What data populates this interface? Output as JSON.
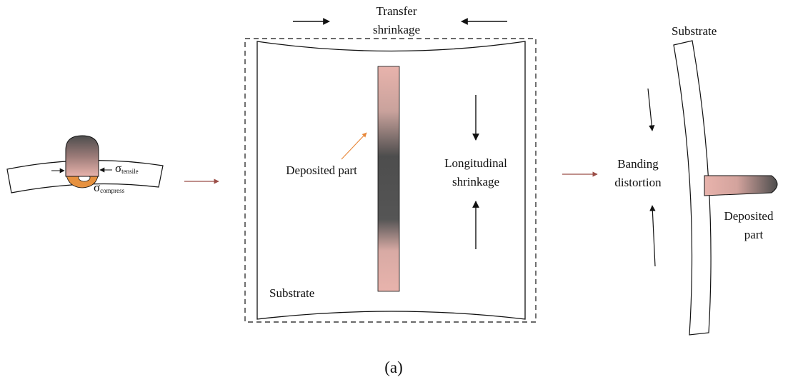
{
  "labels": {
    "transfer_line1": "Transfer",
    "transfer_line2": "shrinkage",
    "deposited_part_mid": "Deposited part",
    "longitudinal_line1": "Longitudinal",
    "longitudinal_line2": "shrinkage",
    "substrate_mid": "Substrate",
    "substrate_right": "Substrate",
    "banding_line1": "Banding",
    "banding_line2": "distortion",
    "deposited_right_line1": "Deposited",
    "deposited_right_line2": "part",
    "sigma_tensile_symbol": "σ",
    "sigma_tensile_sub": "tensile",
    "sigma_compress_symbol": "σ",
    "sigma_compress_sub": "compress",
    "caption": "(a)"
  },
  "colors": {
    "stroke": "#111111",
    "flow_arrow": "#9b4e47",
    "highlight_arrow": "#e8883a",
    "deposit_light": "#e8b3ac",
    "deposit_dark": "#4d4d4d",
    "compress_zone": "#e6913f"
  }
}
